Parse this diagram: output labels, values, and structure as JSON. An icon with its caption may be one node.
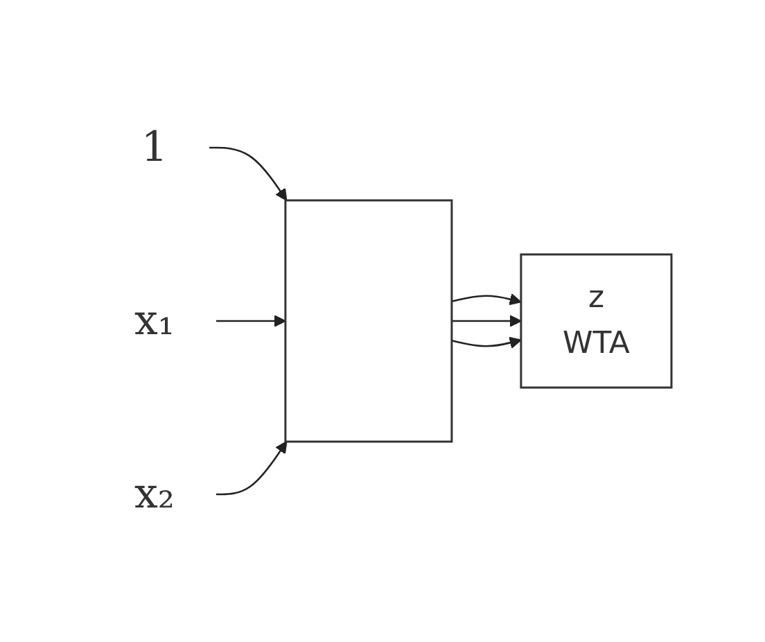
{
  "diagram": {
    "nodes": [
      {
        "text": [
          "1"
        ]
      },
      {
        "text": [
          "x₁"
        ]
      },
      {
        "text": [
          "x₂"
        ]
      },
      {
        "text": [],
        "shape": "box"
      },
      {
        "text": [
          "z",
          "WTA"
        ]
      }
    ],
    "edges": [
      {
        "from": 0,
        "to": 3,
        "arrow": "to"
      },
      {
        "from": 1,
        "to": 3,
        "arrow": "to"
      },
      {
        "from": 2,
        "to": 3,
        "arrow": "to"
      },
      {
        "from": 3,
        "to": 4,
        "arrow": "to"
      },
      {
        "from": 3,
        "to": 4,
        "arrow": "to"
      },
      {
        "from": 3,
        "to": 4,
        "arrow": "to"
      }
    ]
  }
}
